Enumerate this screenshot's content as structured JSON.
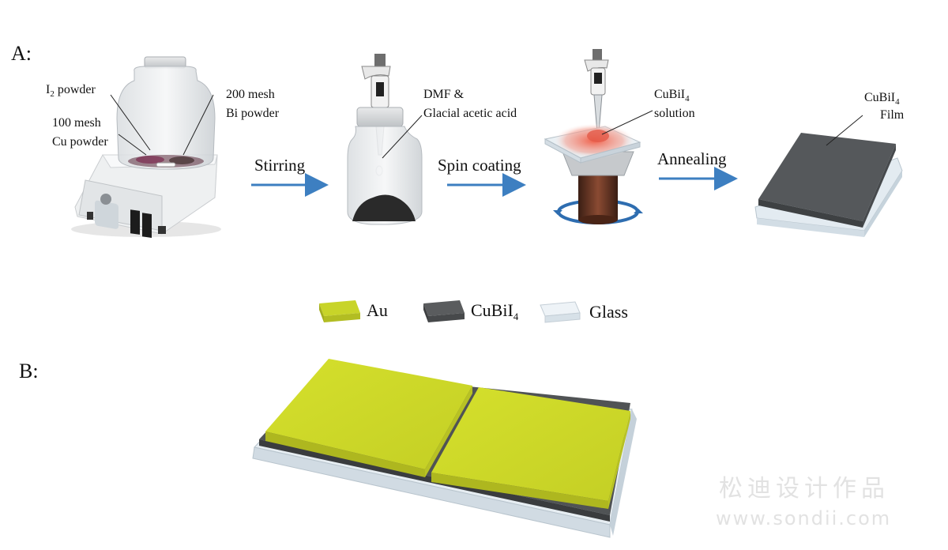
{
  "panels": {
    "a": "A:",
    "b": "B:"
  },
  "labels": {
    "i2_main": "I",
    "i2_sub": "2",
    "i2_rest": " powder",
    "cu_line1": "100 mesh",
    "cu_line2": "Cu powder",
    "bi_line1": "200 mesh",
    "bi_line2": "Bi powder",
    "dmf_line1": "DMF &",
    "dmf_line2": "Glacial acetic acid",
    "sol_main": "CuBiI",
    "sol_sub": "4",
    "sol_line2": "solution",
    "film_main": "CuBiI",
    "film_sub": "4",
    "film_line2": "Film"
  },
  "steps": [
    "Stirring",
    "Spin coating",
    "Annealing"
  ],
  "legend": [
    {
      "name": "Au",
      "color": "#c8d429"
    },
    {
      "name": "CuBiI",
      "sub": "4",
      "color": "#5a5c5e"
    },
    {
      "name": "Glass",
      "color": "#e4ecf2"
    }
  ],
  "watermark": {
    "line1": "松迪设计作品",
    "line2": "www.sondii.com"
  },
  "colors": {
    "arrow": "#3d7fc1",
    "au": "#c8d429",
    "cubii4": "#505355",
    "glass": "#dfe8ef"
  }
}
